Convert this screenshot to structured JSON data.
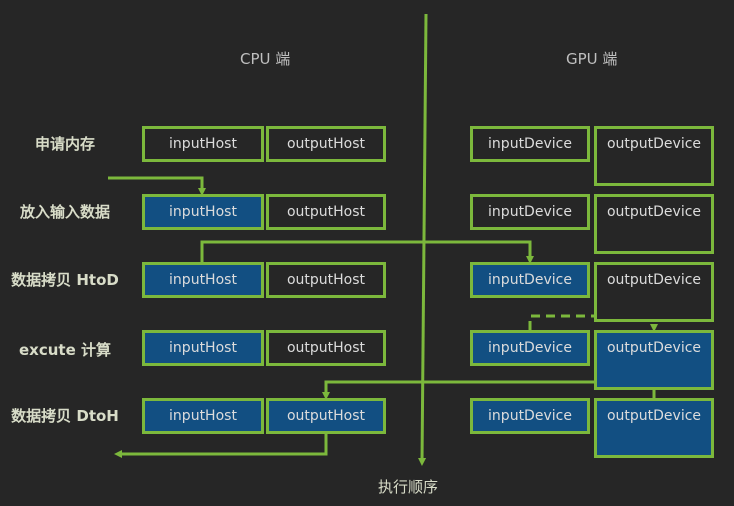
{
  "headers": {
    "cpu": "CPU 端",
    "gpu": "GPU 端"
  },
  "rows": [
    {
      "label": "申请内存"
    },
    {
      "label": "放入输入数据"
    },
    {
      "label": "数据拷贝 HtoD"
    },
    {
      "label": "excute 计算"
    },
    {
      "label": "数据拷贝 DtoH"
    }
  ],
  "boxes": {
    "input_host": "inputHost",
    "output_host": "outputHost",
    "input_device": "inputDevice",
    "output_device": "outputDevice"
  },
  "filled_boxes": {
    "row1": [
      "input_host"
    ],
    "row2": [
      "input_host",
      "input_device"
    ],
    "row3": [
      "input_host",
      "input_device",
      "output_device"
    ],
    "row4": [
      "input_host",
      "output_host",
      "input_device",
      "output_device"
    ]
  },
  "colors": {
    "accent": "#7cb83c",
    "fill": "#124f82",
    "background": "#262626"
  },
  "axis_label": "执行顺序"
}
